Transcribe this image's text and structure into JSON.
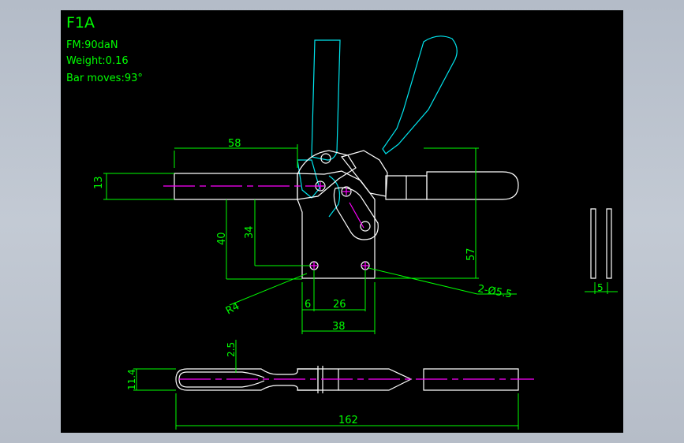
{
  "title_block": {
    "model": "F1A",
    "force": "FM:90daN",
    "weight": "Weight:0.16",
    "bar_moves": "Bar moves:93°"
  },
  "dimensions": {
    "d58": "58",
    "d13": "13",
    "d40": "40",
    "d34": "34",
    "d57": "57",
    "d6": "6",
    "d26": "26",
    "d38": "38",
    "r4": "R4",
    "holes": "2-Ø5.5",
    "d5": "5",
    "d2_5": "2.5",
    "d11_4": "11.4",
    "d162": "162"
  },
  "colors": {
    "background": "#000000",
    "dimension": "#00ff00",
    "outline": "#ffffff",
    "alt_position": "#00e5ee",
    "centerline": "#ff00ff"
  }
}
